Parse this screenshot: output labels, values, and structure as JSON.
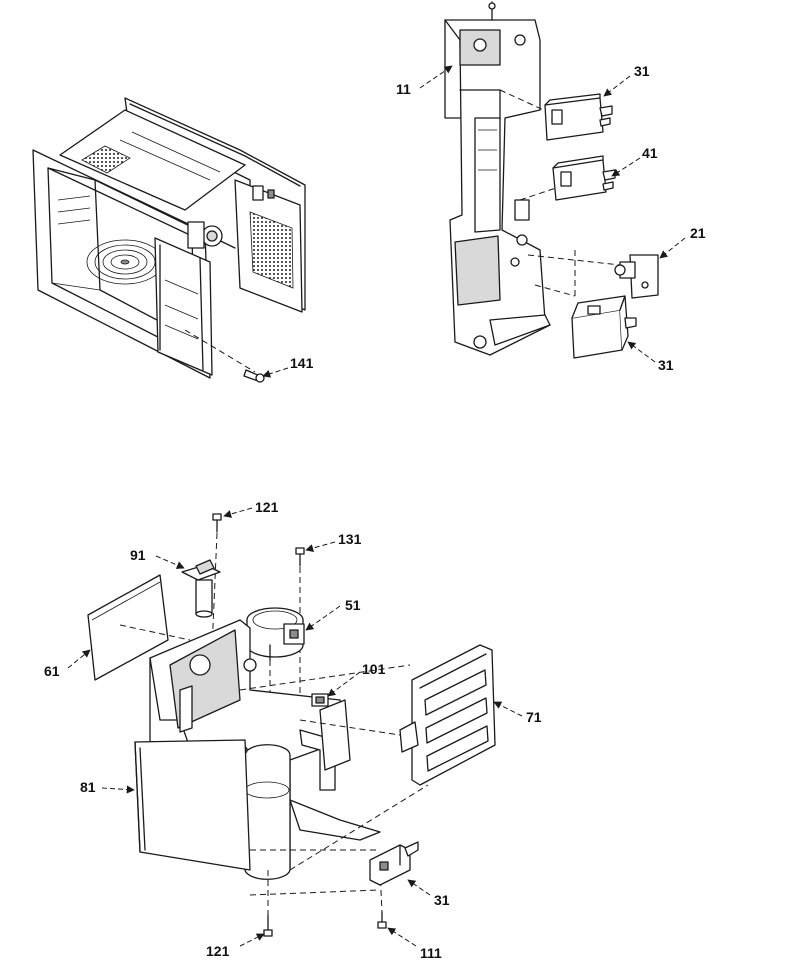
{
  "callouts": {
    "c141": "141",
    "c11": "11",
    "c31a": "31",
    "c41": "41",
    "c21": "21",
    "c31b": "31",
    "c121a": "121",
    "c131": "131",
    "c91": "91",
    "c51": "51",
    "c61": "61",
    "c101": "101",
    "c71": "71",
    "c81": "81",
    "c31c": "31",
    "c121b": "121",
    "c111": "111"
  },
  "colors": {
    "line": "#1a1a1a",
    "background": "#ffffff"
  }
}
